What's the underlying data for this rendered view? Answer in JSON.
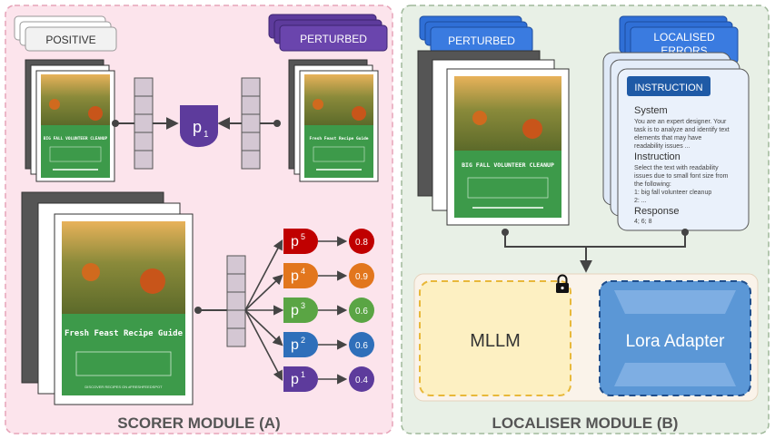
{
  "scorer": {
    "title": "SCORER MODULE (A)",
    "positive_label": "POSITIVE",
    "perturbed_label": "PERTURBED",
    "p_top": {
      "base": "p",
      "sub": "1"
    },
    "poster_top_left": "BIG FALL VOLUNTEER CLEANUP",
    "poster_top_right": "Fresh Feast Recipe Guide",
    "poster_large": "Fresh Feast Recipe Guide",
    "poster_large_footer": "DISCOVER RECIPES ON #FRESHFEEDSPOT",
    "scores": [
      {
        "p": "p",
        "sub": "5",
        "value": "0.8",
        "color": "#c00000"
      },
      {
        "p": "p",
        "sub": "4",
        "value": "0.9",
        "color": "#e2761d"
      },
      {
        "p": "p",
        "sub": "3",
        "value": "0.6",
        "color": "#5aa544"
      },
      {
        "p": "p",
        "sub": "2",
        "value": "0.6",
        "color": "#2f6fba"
      },
      {
        "p": "p",
        "sub": "1",
        "value": "0.4",
        "color": "#5d3b9c"
      }
    ]
  },
  "localiser": {
    "title": "LOCALISER MODULE (B)",
    "perturbed_label": "PERTURBED",
    "errors_label_1": "LOCALISED",
    "errors_label_2": "ERRORS",
    "instruction_tag": "INSTRUCTION",
    "poster": "BIG FALL VOLUNTEER CLEANUP",
    "system_heading": "System",
    "system_lines": [
      "You are an expert designer. Your",
      "task is to analyze and identify text",
      "elements that may have",
      "readability issues ..."
    ],
    "instruction_heading": "Instruction",
    "instruction_lines": [
      "Select the text with readability",
      "issues due to small font size from",
      "the following:",
      "1: big fall volunteer cleanup",
      "2: ..."
    ],
    "response_heading": "Response",
    "response_value": "4; 6; 8",
    "mllm_label": "MLLM",
    "lora_label": "Lora Adapter"
  },
  "colors": {
    "scorer_bg": "#fce4ec",
    "localiser_bg": "#e8f0e6",
    "blue_tag": "#2f6fd6",
    "purple_tag": "#5d3b9c",
    "mllm_fill": "#fdf0c2",
    "lora_fill": "#5b97d6"
  }
}
